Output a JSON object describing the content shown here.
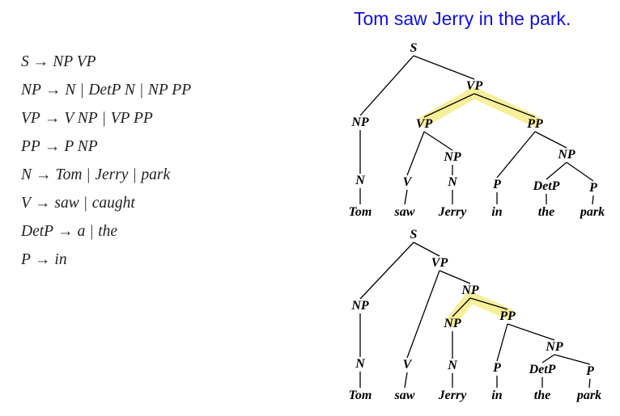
{
  "title": "Tom saw Jerry in the park.",
  "grammar": [
    {
      "lhs": "S",
      "alts": [
        "NP VP"
      ]
    },
    {
      "lhs": "NP",
      "alts": [
        "N",
        "DetP N",
        "NP PP"
      ]
    },
    {
      "lhs": "VP",
      "alts": [
        "V NP",
        "VP PP"
      ]
    },
    {
      "lhs": "PP",
      "alts": [
        "P NP"
      ]
    },
    {
      "lhs": "N",
      "alts": [
        "Tom",
        "Jerry",
        "park"
      ]
    },
    {
      "lhs": "V",
      "alts": [
        "saw",
        "caught"
      ]
    },
    {
      "lhs": "DetP",
      "alts": [
        "a",
        "the"
      ]
    },
    {
      "lhs": "P",
      "alts": [
        "in"
      ]
    }
  ],
  "arrow": "→",
  "separator": "|",
  "highlight_color": "#f7ef9a",
  "trees": [
    {
      "name": "parse-tree-1",
      "nodes": [
        {
          "id": "S",
          "label": "S"
        },
        {
          "id": "NP1",
          "label": "NP"
        },
        {
          "id": "VP0",
          "label": "VP"
        },
        {
          "id": "VP1",
          "label": "VP"
        },
        {
          "id": "PP",
          "label": "PP"
        },
        {
          "id": "N1",
          "label": "N"
        },
        {
          "id": "V",
          "label": "V"
        },
        {
          "id": "NP2",
          "label": "NP"
        },
        {
          "id": "N2",
          "label": "N"
        },
        {
          "id": "P",
          "label": "P"
        },
        {
          "id": "NP3",
          "label": "NP"
        },
        {
          "id": "DetP",
          "label": "DetP"
        },
        {
          "id": "P2",
          "label": "P"
        },
        {
          "id": "w1",
          "label": "Tom"
        },
        {
          "id": "w2",
          "label": "saw"
        },
        {
          "id": "w3",
          "label": "Jerry"
        },
        {
          "id": "w4",
          "label": "in"
        },
        {
          "id": "w5",
          "label": "the"
        },
        {
          "id": "w6",
          "label": "park"
        }
      ],
      "edges": [
        [
          "S",
          "NP1"
        ],
        [
          "S",
          "VP0"
        ],
        [
          "VP0",
          "VP1"
        ],
        [
          "VP0",
          "PP"
        ],
        [
          "NP1",
          "N1"
        ],
        [
          "N1",
          "w1"
        ],
        [
          "VP1",
          "V"
        ],
        [
          "VP1",
          "NP2"
        ],
        [
          "V",
          "w2"
        ],
        [
          "NP2",
          "N2"
        ],
        [
          "N2",
          "w3"
        ],
        [
          "PP",
          "P"
        ],
        [
          "PP",
          "NP3"
        ],
        [
          "P",
          "w4"
        ],
        [
          "NP3",
          "DetP"
        ],
        [
          "NP3",
          "P2"
        ],
        [
          "DetP",
          "w5"
        ],
        [
          "P2",
          "w6"
        ]
      ],
      "highlighted_edges": [
        [
          "VP0",
          "VP1"
        ],
        [
          "VP0",
          "PP"
        ]
      ]
    },
    {
      "name": "parse-tree-2",
      "nodes": [
        {
          "id": "S",
          "label": "S"
        },
        {
          "id": "NP1",
          "label": "NP"
        },
        {
          "id": "VP",
          "label": "VP"
        },
        {
          "id": "V",
          "label": "V"
        },
        {
          "id": "NP0",
          "label": "NP"
        },
        {
          "id": "NP2",
          "label": "NP"
        },
        {
          "id": "PP",
          "label": "PP"
        },
        {
          "id": "N1",
          "label": "N"
        },
        {
          "id": "N2",
          "label": "N"
        },
        {
          "id": "P",
          "label": "P"
        },
        {
          "id": "NP3",
          "label": "NP"
        },
        {
          "id": "DetP",
          "label": "DetP"
        },
        {
          "id": "P2",
          "label": "P"
        },
        {
          "id": "w1",
          "label": "Tom"
        },
        {
          "id": "w2",
          "label": "saw"
        },
        {
          "id": "w3",
          "label": "Jerry"
        },
        {
          "id": "w4",
          "label": "in"
        },
        {
          "id": "w5",
          "label": "the"
        },
        {
          "id": "w6",
          "label": "park"
        }
      ],
      "edges": [
        [
          "S",
          "NP1"
        ],
        [
          "S",
          "VP"
        ],
        [
          "VP",
          "V"
        ],
        [
          "VP",
          "NP0"
        ],
        [
          "NP0",
          "NP2"
        ],
        [
          "NP0",
          "PP"
        ],
        [
          "NP1",
          "N1"
        ],
        [
          "N1",
          "w1"
        ],
        [
          "V",
          "w2"
        ],
        [
          "NP2",
          "N2"
        ],
        [
          "N2",
          "w3"
        ],
        [
          "PP",
          "P"
        ],
        [
          "PP",
          "NP3"
        ],
        [
          "P",
          "w4"
        ],
        [
          "NP3",
          "DetP"
        ],
        [
          "NP3",
          "P2"
        ],
        [
          "DetP",
          "w5"
        ],
        [
          "P2",
          "w6"
        ]
      ],
      "highlighted_edges": [
        [
          "NP0",
          "NP2"
        ],
        [
          "NP0",
          "PP"
        ]
      ]
    }
  ]
}
